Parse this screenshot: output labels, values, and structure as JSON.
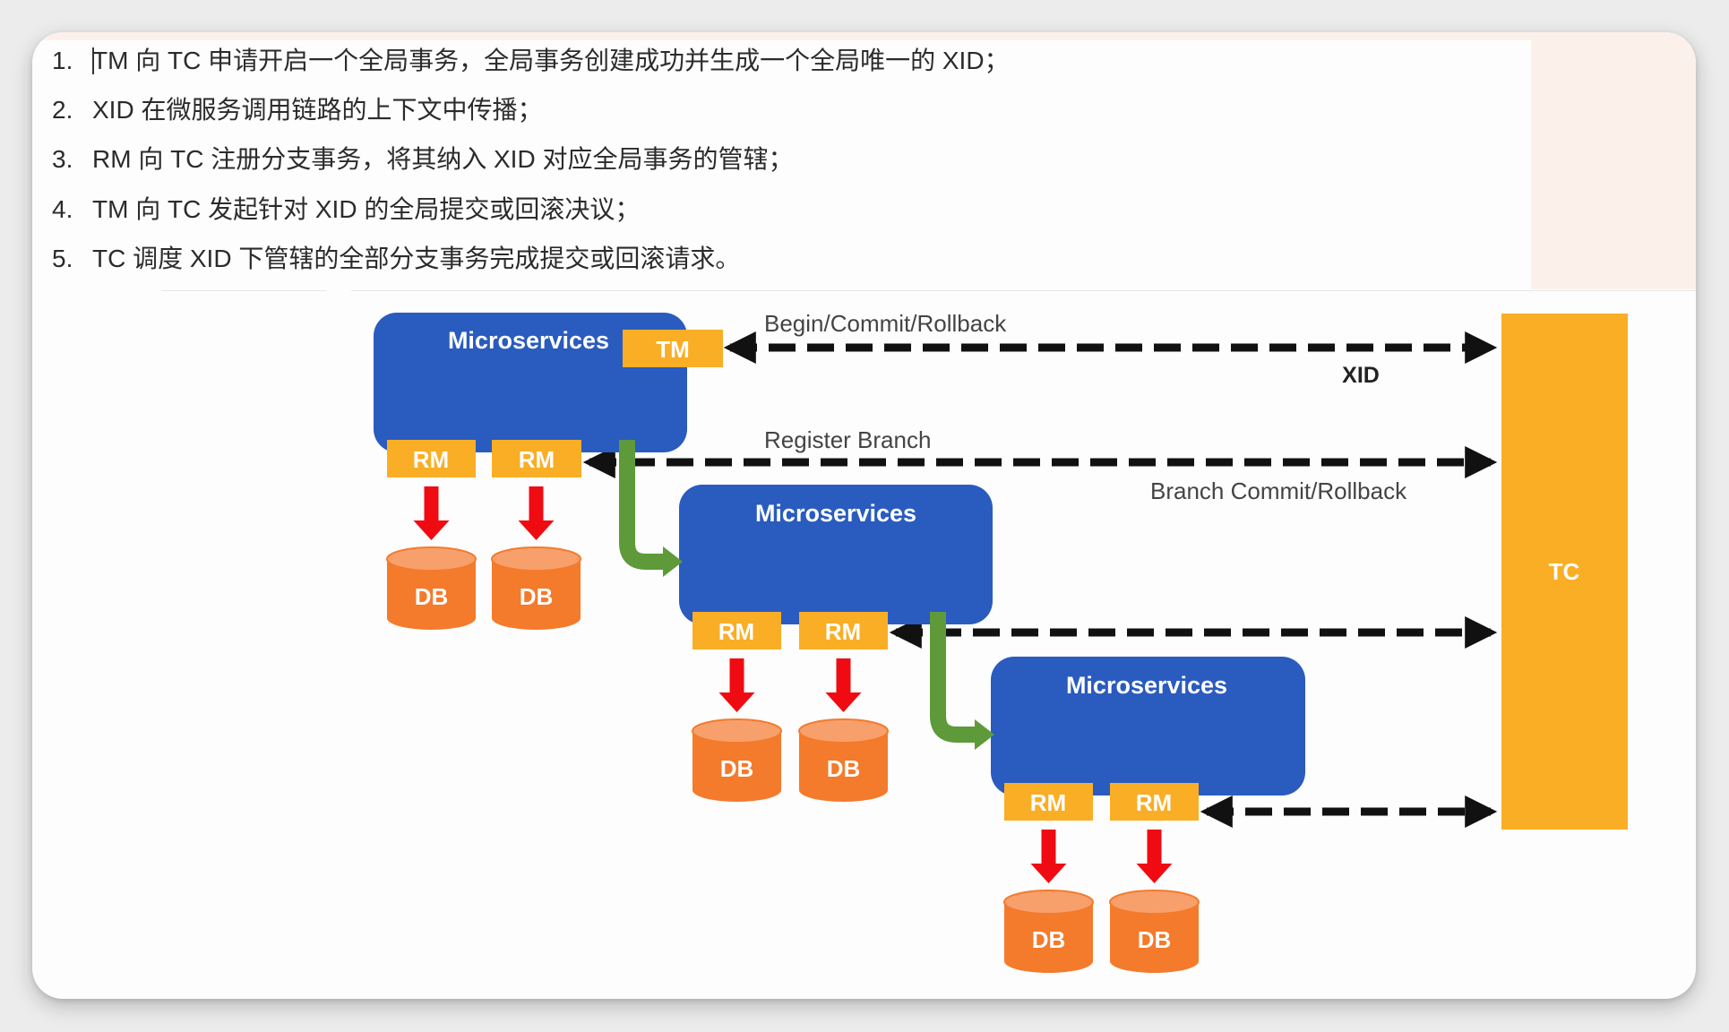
{
  "steps": [
    {
      "num": "1.",
      "text": "TM 向 TC 申请开启一个全局事务，全局事务创建成功并生成一个全局唯一的 XID；"
    },
    {
      "num": "2.",
      "text": "XID 在微服务调用链路的上下文中传播；"
    },
    {
      "num": "3.",
      "text": "RM 向 TC 注册分支事务，将其纳入 XID 对应全局事务的管辖；"
    },
    {
      "num": "4.",
      "text": "TM 向 TC 发起针对 XID 的全局提交或回滚决议；"
    },
    {
      "num": "5.",
      "text": "TC 调度 XID 下管辖的全部分支事务完成提交或回滚请求。"
    }
  ],
  "diagram": {
    "colors": {
      "service": "#2A5BBE",
      "component": "#F9AE26",
      "db": "#F47A2C",
      "db_top": "#F8A06C",
      "write_arrow": "#F00A12",
      "call_arrow": "#5E9A3A",
      "dashed": "#111111"
    },
    "services": [
      {
        "label": "Microservices",
        "tm": "TM",
        "rms": [
          "RM",
          "RM"
        ],
        "dbs": [
          "DB",
          "DB"
        ]
      },
      {
        "label": "Microservices",
        "rms": [
          "RM",
          "RM"
        ],
        "dbs": [
          "DB",
          "DB"
        ]
      },
      {
        "label": "Microservices",
        "rms": [
          "RM",
          "RM"
        ],
        "dbs": [
          "DB",
          "DB"
        ]
      }
    ],
    "coordinator": {
      "label": "TC"
    },
    "edge_labels": {
      "begin": "Begin/Commit/Rollback",
      "xid": "XID",
      "register": "Register Branch",
      "branch": "Branch Commit/Rollback"
    }
  }
}
